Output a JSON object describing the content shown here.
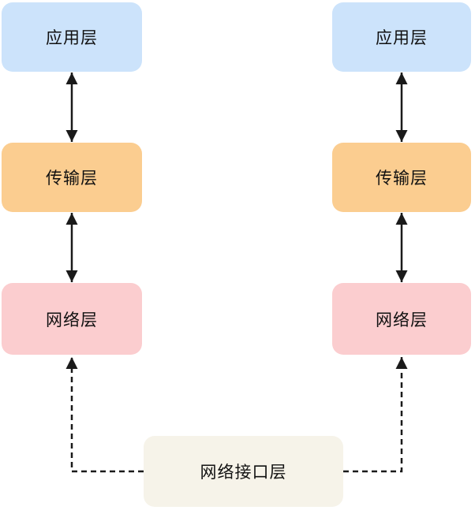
{
  "palette": {
    "application_fill": "#CCE3FB",
    "transport_fill": "#FBCD90",
    "network_fill": "#FBCDCF",
    "network_interface_fill": "#F6F3E9",
    "arrow_color": "#1A1A1A",
    "text_color": "#111111",
    "background": "#FFFFFF"
  },
  "stacks": {
    "left": {
      "layers": [
        {
          "label": "应用层"
        },
        {
          "label": "传输层"
        },
        {
          "label": "网络层"
        }
      ]
    },
    "right": {
      "layers": [
        {
          "label": "应用层"
        },
        {
          "label": "传输层"
        },
        {
          "label": "网络层"
        }
      ]
    }
  },
  "bottom_layer": {
    "label": "网络接口层"
  },
  "connectors": {
    "vertical_style": "solid-double-headed",
    "interface_style": "dashed-single-headed"
  }
}
